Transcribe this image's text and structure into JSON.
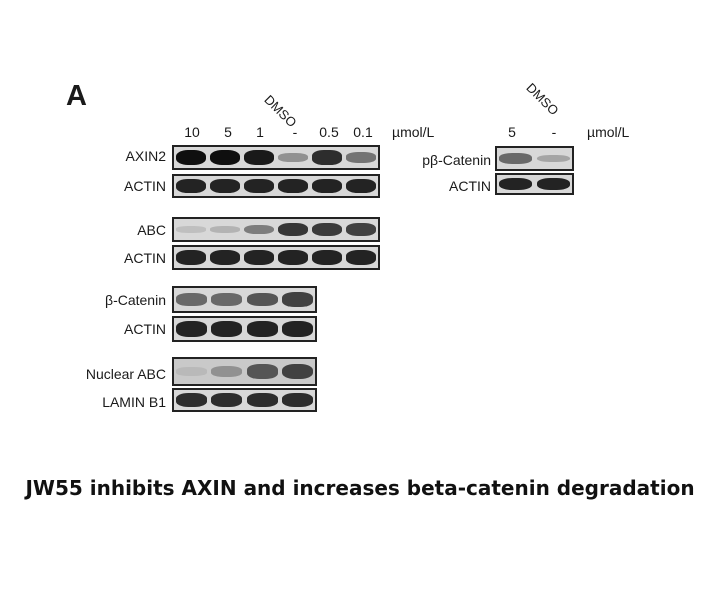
{
  "panel_letter": "A",
  "left_panel": {
    "dmso_label": "DMSO",
    "lanes": [
      "10",
      "5",
      "1",
      "-",
      "0.5",
      "0.1"
    ],
    "unit": "µmol/L",
    "blots": [
      {
        "label": "AXIN2",
        "band_intensity": [
          1.0,
          1.0,
          0.95,
          0.35,
          0.85,
          0.5
        ]
      },
      {
        "label": "ACTIN",
        "band_intensity": [
          0.9,
          0.9,
          0.9,
          0.9,
          0.9,
          0.9
        ]
      },
      {
        "label": "ABC",
        "band_intensity": [
          0.12,
          0.18,
          0.45,
          0.8,
          0.78,
          0.75
        ]
      },
      {
        "label": "ACTIN",
        "band_intensity": [
          0.9,
          0.9,
          0.9,
          0.9,
          0.9,
          0.9
        ]
      },
      {
        "label": "β-Catenin",
        "band_intensity": [
          0.55,
          0.55,
          0.65,
          0.75
        ]
      },
      {
        "label": "ACTIN",
        "band_intensity": [
          0.9,
          0.9,
          0.9,
          0.9
        ]
      },
      {
        "label": "Nuclear ABC",
        "band_intensity": [
          0.15,
          0.35,
          0.65,
          0.75
        ]
      },
      {
        "label": "LAMIN B1",
        "band_intensity": [
          0.85,
          0.85,
          0.85,
          0.85
        ]
      }
    ]
  },
  "right_panel": {
    "dmso_label": "DMSO",
    "lanes": [
      "5",
      "-"
    ],
    "unit": "µmol/L",
    "blots": [
      {
        "label": "pβ-Catenin",
        "band_intensity": [
          0.55,
          0.25
        ]
      },
      {
        "label": "ACTIN",
        "band_intensity": [
          0.9,
          0.9
        ]
      }
    ]
  },
  "caption": "JW55 inhibits AXIN and increases beta-catenin degradation"
}
